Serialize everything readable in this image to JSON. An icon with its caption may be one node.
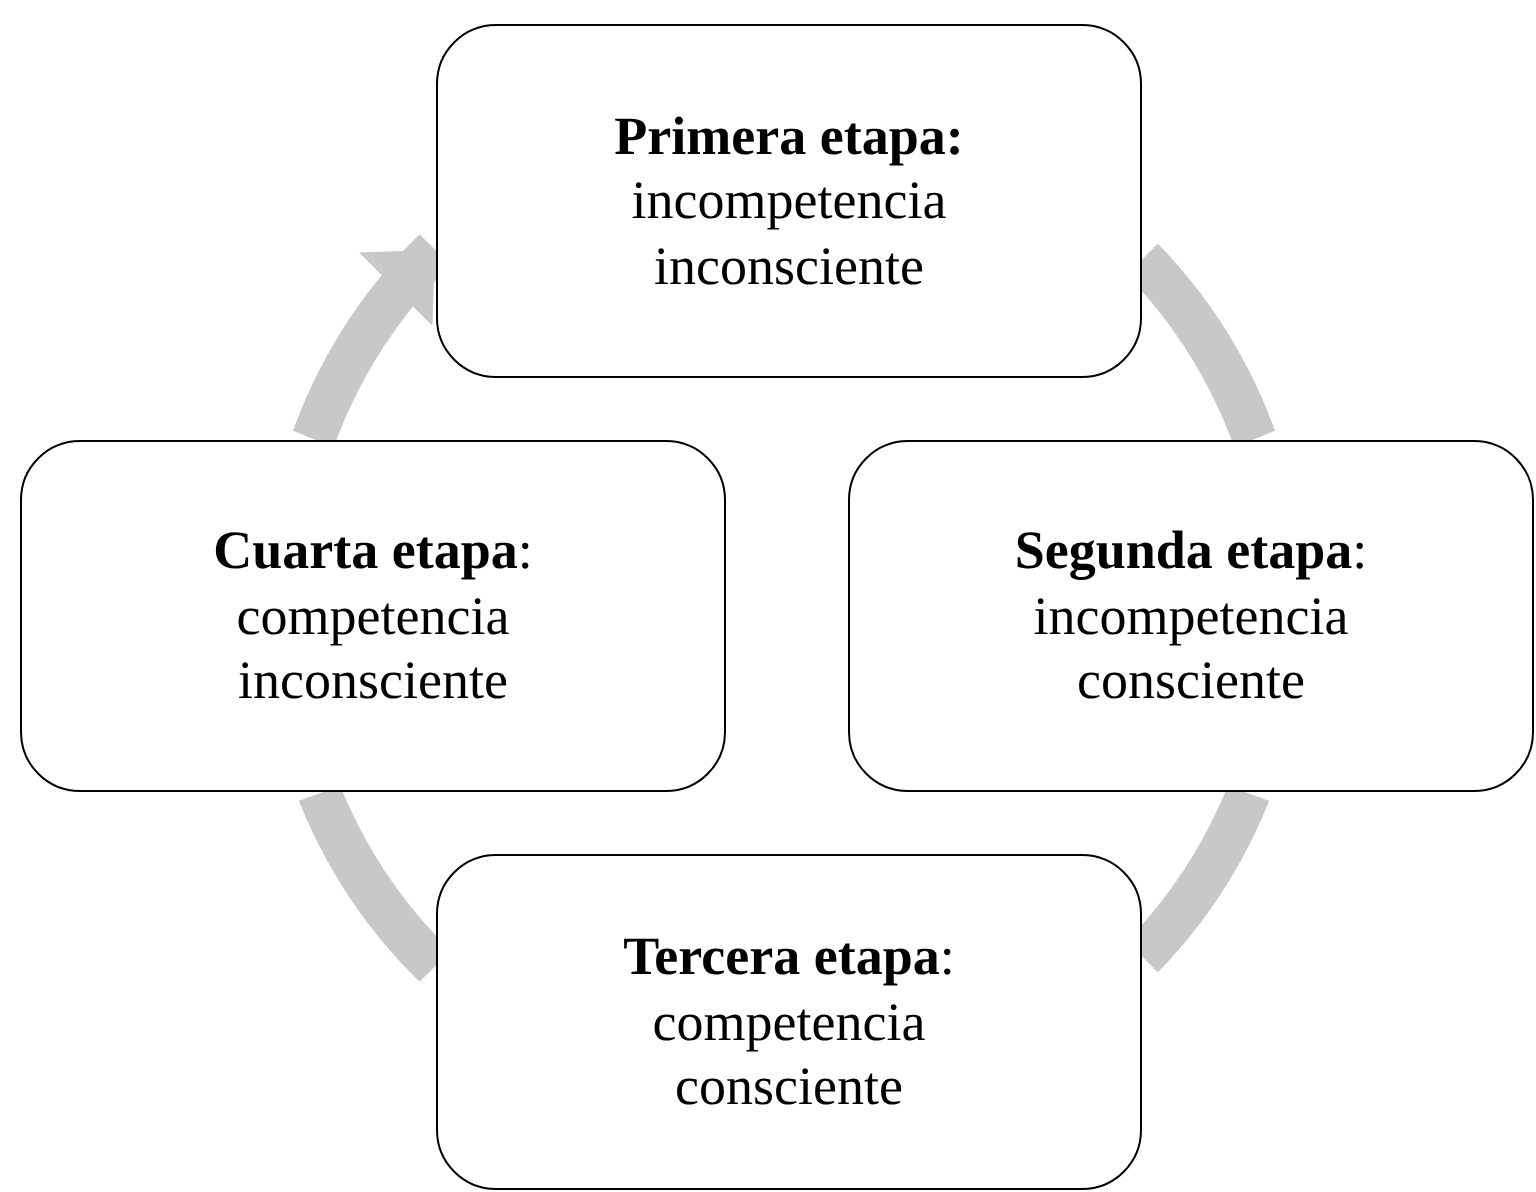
{
  "diagram": {
    "nodes": [
      {
        "text": [
          "**Primera etapa:**",
          "incompetencia inconsciente"
        ]
      },
      {
        "text": [
          "**Segunda etapa**:",
          "incompetencia consciente"
        ]
      },
      {
        "text": [
          "**Tercera etapa**:",
          "competencia consciente"
        ]
      },
      {
        "text": [
          "**Cuarta etapa**:",
          "competencia inconsciente"
        ]
      }
    ],
    "edges": [
      {
        "from": 0,
        "to": 1,
        "arrow": "none"
      },
      {
        "from": 1,
        "to": 2,
        "arrow": "none"
      },
      {
        "from": 2,
        "to": 3,
        "arrow": "none"
      },
      {
        "from": 3,
        "to": 0,
        "arrow": "to"
      }
    ]
  }
}
